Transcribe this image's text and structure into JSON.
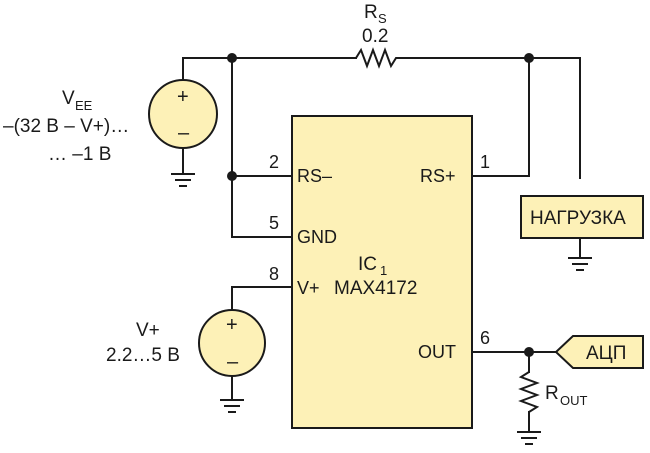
{
  "resistor_rs": {
    "name": "R",
    "sub": "S",
    "value": "0.2"
  },
  "vee_source": {
    "name": "V",
    "sub": "EE",
    "range_line1": "–(32 В – V+)…",
    "range_line2": "… –1 В",
    "plus": "+",
    "minus": "–"
  },
  "vplus_source": {
    "name": "V+",
    "range": "2.2…5 В",
    "plus": "+",
    "minus": "–"
  },
  "ic": {
    "name": "IC",
    "sub": "1",
    "part": "MAX4172",
    "pins": [
      {
        "num": "2",
        "label": "RS–"
      },
      {
        "num": "5",
        "label": "GND"
      },
      {
        "num": "8",
        "label": "V+"
      },
      {
        "num": "1",
        "label": "RS+"
      },
      {
        "num": "6",
        "label": "OUT"
      }
    ]
  },
  "load": {
    "label": "НАГРУЗКА"
  },
  "adc": {
    "label": "АЦП"
  },
  "resistor_rout": {
    "name": "R",
    "sub": "OUT"
  }
}
